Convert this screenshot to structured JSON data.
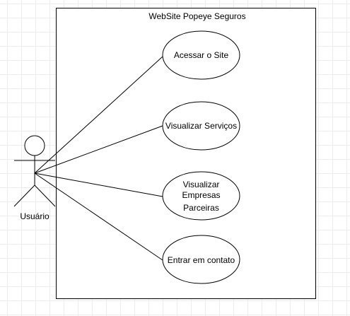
{
  "system": {
    "title": "WebSite Popeye Seguros"
  },
  "actor": {
    "label": "Usuário"
  },
  "use_cases": [
    {
      "id": "acessar",
      "lines": [
        "Acessar o Site"
      ]
    },
    {
      "id": "servicos",
      "lines": [
        "Visualizar Serviços"
      ]
    },
    {
      "id": "empresas",
      "lines": [
        "Visualizar",
        "Empresas",
        "Parceiras"
      ]
    },
    {
      "id": "contato",
      "lines": [
        "Entrar em contato"
      ]
    }
  ]
}
